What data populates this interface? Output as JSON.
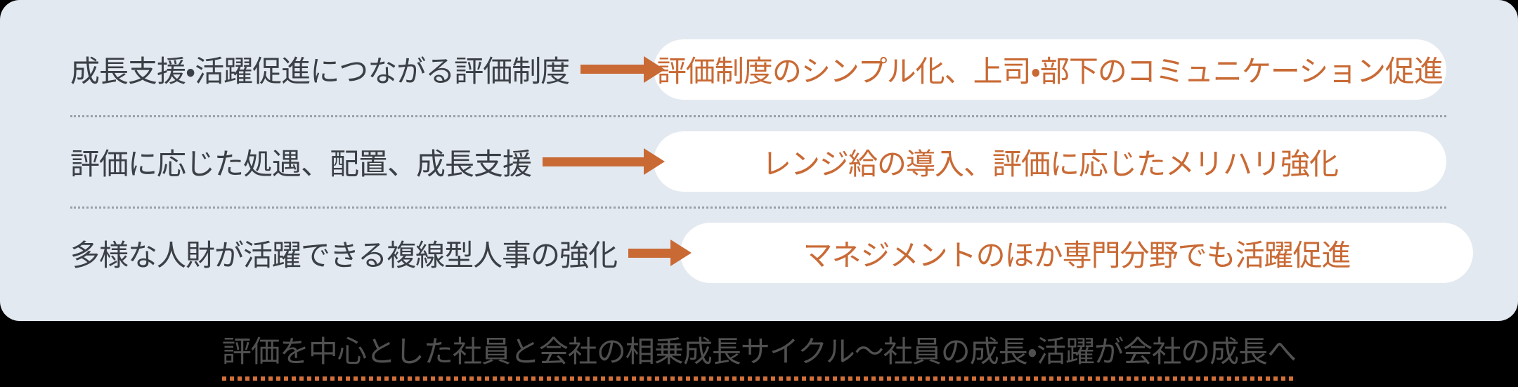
{
  "card": {
    "rows": [
      {
        "label": "成長支援・活躍促進につながる評価制度",
        "result": "評価制度のシンプル化、上司・部下のコミュニケーション促進"
      },
      {
        "label": "評価に応じた処遇、配置、成長支援",
        "result": "レンジ給の導入、評価に応じたメリハリ強化"
      },
      {
        "label": "多様な人財が活躍できる複線型人事の強化",
        "result": "マネジメントのほか専門分野でも活躍促進"
      }
    ]
  },
  "caption": {
    "text": "評価を中心とした社員と会社の相乗成長サイクル〜社員の成長・活躍が会社の成長へ"
  },
  "icons": {
    "arrow_right": "solid-right-arrow"
  },
  "colors": {
    "accent": "#c96a35",
    "card_bg": "#e3e9f0",
    "pill_bg": "#ffffff",
    "label_text": "#3b4046",
    "caption_text": "#505050",
    "separator": "#9aa0a5",
    "underline": "#d2703a",
    "page_bg": "#000000"
  }
}
